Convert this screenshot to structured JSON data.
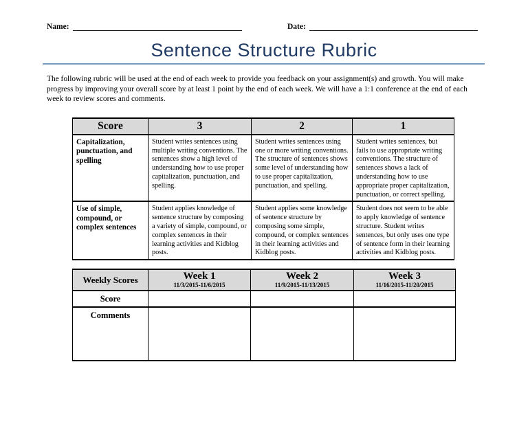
{
  "page": {
    "name_label": "Name:",
    "date_label": "Date:",
    "title": "Sentence Structure Rubric",
    "intro": "The following rubric will be used at the end of each week to provide you feedback on your assignment(s) and growth. You will make progress by improving your overall score by at least 1 point by the end of each week. We will have a 1:1 conference at the end of each week to review scores and comments."
  },
  "colors": {
    "title_text": "#203A63",
    "title_rule": "#7A99C0",
    "table_header_bg": "#D9D9D9",
    "text": "#000000",
    "background": "#FFFFFF"
  },
  "rubric_table": {
    "headers": [
      "Score",
      "3",
      "2",
      "1"
    ],
    "rows": [
      {
        "criterion": "Capitalization, punctuation, and spelling",
        "score3": "Student writes sentences using multiple writing conventions. The sentences show a high level of understanding how to use proper capitalization, punctuation, and spelling.",
        "score2": "Student writes sentences using one or more writing conventions. The structure of sentences shows some level of understanding how to use proper capitalization, punctuation, and spelling.",
        "score1": "Student writes sentences, but fails to use appropriate writing conventions. The structure of sentences shows a lack of understanding how to use appropriate proper capitalization, punctuation, or correct spelling."
      },
      {
        "criterion": "Use of simple, compound, or complex sentences",
        "score3": "Student applies knowledge of sentence structure by composing a variety of simple, compound, or complex sentences in their learning activities and Kidblog posts.",
        "score2": "Student applies some knowledge of sentence structure by composing some simple, compound, or complex sentences in their learning activities and Kidblog posts.",
        "score1": "Student does not seem to be able to apply knowledge of sentence structure. Student writes sentences, but only uses one type of sentence form in their learning activities and Kidblog posts."
      }
    ]
  },
  "weekly_table": {
    "corner_label": "Weekly Scores",
    "weeks": [
      {
        "label": "Week 1",
        "dates": "11/3/2015-11/6/2015"
      },
      {
        "label": "Week 2",
        "dates": "11/9/2015-11/13/2015"
      },
      {
        "label": "Week 3",
        "dates": "11/16/2015-11/20/2015"
      }
    ],
    "row_labels": {
      "score": "Score",
      "comments": "Comments"
    },
    "cells": {
      "score": [
        "",
        "",
        ""
      ],
      "comments": [
        "",
        "",
        ""
      ]
    }
  }
}
